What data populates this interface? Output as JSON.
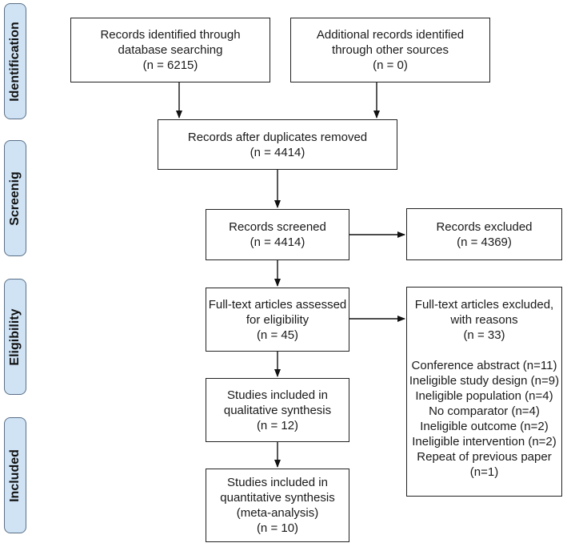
{
  "stages": [
    {
      "id": "identification",
      "label": "Identification"
    },
    {
      "id": "screening",
      "label": "Screenig"
    },
    {
      "id": "eligibility",
      "label": "Eligibility"
    },
    {
      "id": "included",
      "label": "Included"
    }
  ],
  "boxes": {
    "database_search": {
      "lines": [
        "Records identified through",
        "database searching",
        "(n = 6215)"
      ]
    },
    "other_sources": {
      "lines": [
        "Additional records identified",
        "through other sources",
        "(n = 0)"
      ]
    },
    "after_duplicates": {
      "lines": [
        "Records after duplicates removed",
        "(n = 4414)"
      ]
    },
    "screened": {
      "lines": [
        "Records screened",
        "(n = 4414)"
      ]
    },
    "excluded": {
      "lines": [
        "Records excluded",
        "(n = 4369)"
      ]
    },
    "fulltext_assessed": {
      "lines": [
        "Full-text articles assessed",
        "for eligibility",
        "(n = 45)"
      ]
    },
    "fulltext_excluded": {
      "lines": [
        "Full-text articles excluded,",
        "with reasons",
        "(n = 33)"
      ],
      "reasons": [
        "Conference abstract (n=11)",
        "Ineligible study design (n=9)",
        "Ineligible population (n=4)",
        "No comparator (n=4)",
        "Ineligible outcome (n=2)",
        "Ineligible intervention (n=2)",
        "Repeat of previous paper",
        "(n=1)"
      ]
    },
    "qualitative": {
      "lines": [
        "Studies included in",
        "qualitative synthesis",
        "(n = 12)"
      ]
    },
    "quantitative": {
      "lines": [
        "Studies included in",
        "quantitative synthesis",
        "(meta-analysis)",
        "(n = 10)"
      ]
    }
  }
}
